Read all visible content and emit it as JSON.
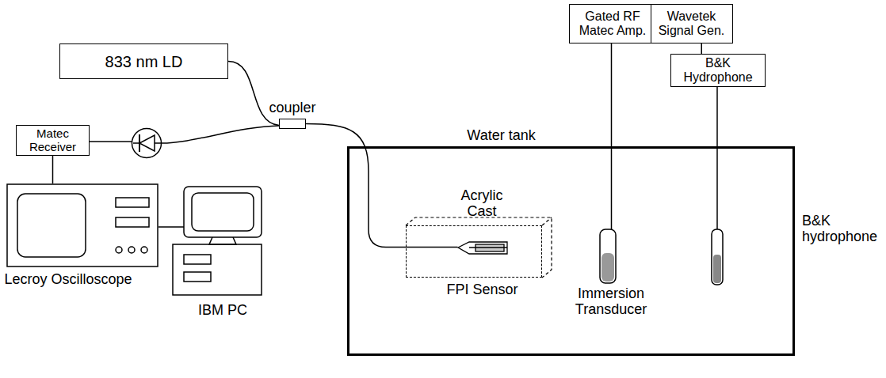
{
  "diagram": {
    "nodes": [
      {
        "text": [
          "833 nm LD"
        ]
      },
      {
        "text": [
          "coupler"
        ]
      },
      {
        "text": [
          "Matec Receiver"
        ]
      },
      {
        "text": [
          "Lecroy Oscilloscope"
        ]
      },
      {
        "text": [
          "IBM PC"
        ]
      },
      {
        "text": [
          "Gated RF Matec Amp."
        ]
      },
      {
        "text": [
          "Wavetek Signal Gen."
        ]
      },
      {
        "text": [
          "B&K Hydrophone"
        ]
      },
      {
        "text": [
          "Water tank"
        ]
      },
      {
        "text": [
          "Acrylic Cast"
        ],
        "in": 8
      },
      {
        "text": [
          "FPI Sensor"
        ],
        "in": 9
      },
      {
        "text": [
          "Immersion Transducer"
        ],
        "in": 8
      },
      {
        "text": [
          "B&K hydrophone"
        ],
        "in": 8
      }
    ],
    "edges": [
      {
        "from": 0,
        "to": 1,
        "arrow": "none"
      },
      {
        "from": 1,
        "to": 10,
        "arrow": "none"
      },
      {
        "from": 2,
        "to": 3,
        "arrow": "none"
      },
      {
        "from": 3,
        "to": 4,
        "arrow": "none"
      },
      {
        "from": 5,
        "to": 11,
        "arrow": "none"
      },
      {
        "from": 6,
        "to": 7,
        "arrow": "none"
      },
      {
        "from": 7,
        "to": 12,
        "arrow": "none"
      }
    ]
  }
}
